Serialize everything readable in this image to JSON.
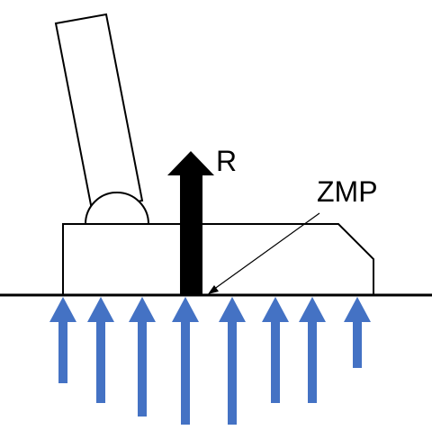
{
  "labels": {
    "reaction_force": "R",
    "zmp": "ZMP"
  },
  "colors": {
    "stroke": "#000000",
    "fill": "#ffffff",
    "reaction_arrow": "#000000",
    "pressure_arrows": "#4472C4"
  },
  "pressure_arrows": {
    "count": 8,
    "direction": "up"
  }
}
